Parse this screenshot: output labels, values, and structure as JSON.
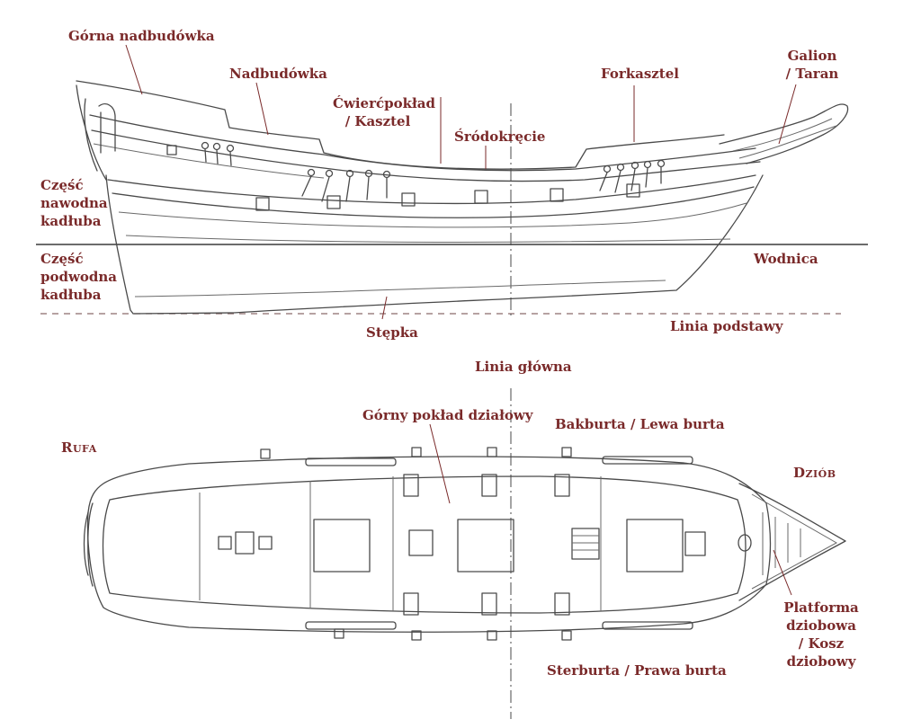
{
  "colors": {
    "label": "#7a2a2a",
    "ink": "#4a4a4a",
    "paper": "#ffffff"
  },
  "side_view": {
    "labels": {
      "gorna_nadbudowka": "Górna nadbudówka",
      "nadbudowka": "Nadbudówka",
      "cwiercpoklad_1": "Ćwierćpokład",
      "cwiercpoklad_2": "/ Kasztel",
      "srodokrecie": "Śródokręcie",
      "forkasztel": "Forkasztel",
      "galion_1": "Galion",
      "galion_2": "/ Taran",
      "czesc_nawodna_1": "Część",
      "czesc_nawodna_2": "nawodna",
      "czesc_nawodna_3": "kadłuba",
      "czesc_podwodna_1": "Część",
      "czesc_podwodna_2": "podwodna",
      "czesc_podwodna_3": "kadłuba",
      "wodnica": "Wodnica",
      "stepka": "Stępka",
      "linia_podstawy": "Linia podstawy"
    }
  },
  "deck_view": {
    "labels": {
      "linia_glowna": "Linia główna",
      "gorny_poklad": "Górny pokład działowy",
      "bakburta": "Bakburta / Lewa burta",
      "rufa": "Rufa",
      "dziob": "Dziób",
      "sterburta": "Sterburta / Prawa burta",
      "platforma_1": "Platforma",
      "platforma_2": "dziobowa",
      "platforma_3": "/ Kosz",
      "platforma_4": "dziobowy"
    }
  }
}
